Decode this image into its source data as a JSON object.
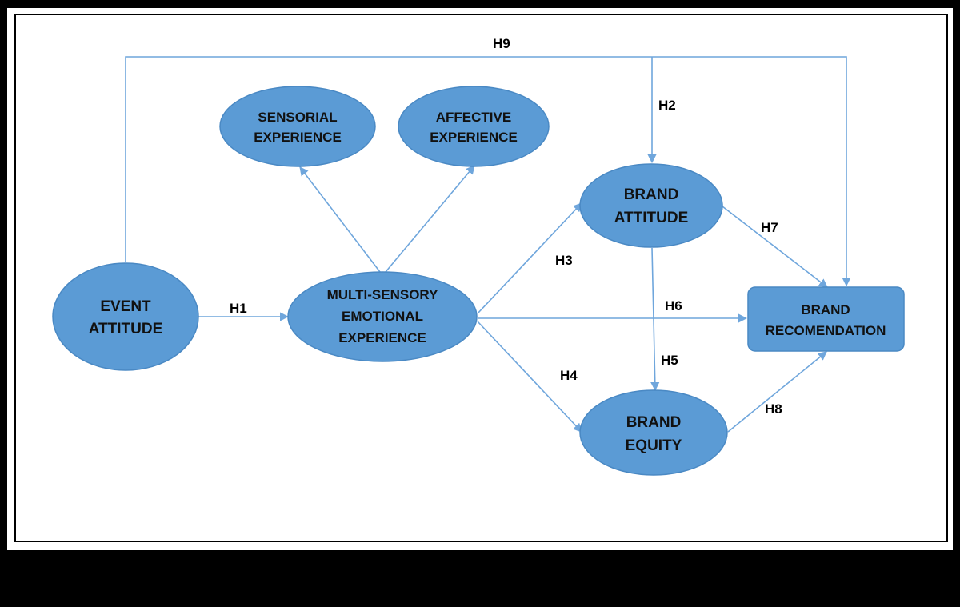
{
  "colors": {
    "page_background": "#000000",
    "canvas_background": "#ffffff",
    "node_fill": "#5b9bd5",
    "node_stroke": "#4a89c4",
    "edge_color": "#6fa6dc",
    "text_color": "#111111"
  },
  "nodes": {
    "event_attitude": {
      "lines": [
        "EVENT",
        "ATTITUDE"
      ]
    },
    "sensorial": {
      "lines": [
        "SENSORIAL",
        "EXPERIENCE"
      ]
    },
    "affective": {
      "lines": [
        "AFFECTIVE",
        "EXPERIENCE"
      ]
    },
    "multisensory": {
      "lines": [
        "MULTI-SENSORY",
        "EMOTIONAL",
        "EXPERIENCE"
      ]
    },
    "brand_attitude": {
      "lines": [
        "BRAND",
        "ATTITUDE"
      ]
    },
    "brand_equity": {
      "lines": [
        "BRAND",
        "EQUITY"
      ]
    },
    "brand_recommendation": {
      "lines": [
        "BRAND",
        "RECOMENDATION"
      ]
    }
  },
  "hypotheses": {
    "h1": "H1",
    "h2": "H2",
    "h3": "H3",
    "h4": "H4",
    "h5": "H5",
    "h6": "H6",
    "h7": "H7",
    "h8": "H8",
    "h9": "H9"
  }
}
